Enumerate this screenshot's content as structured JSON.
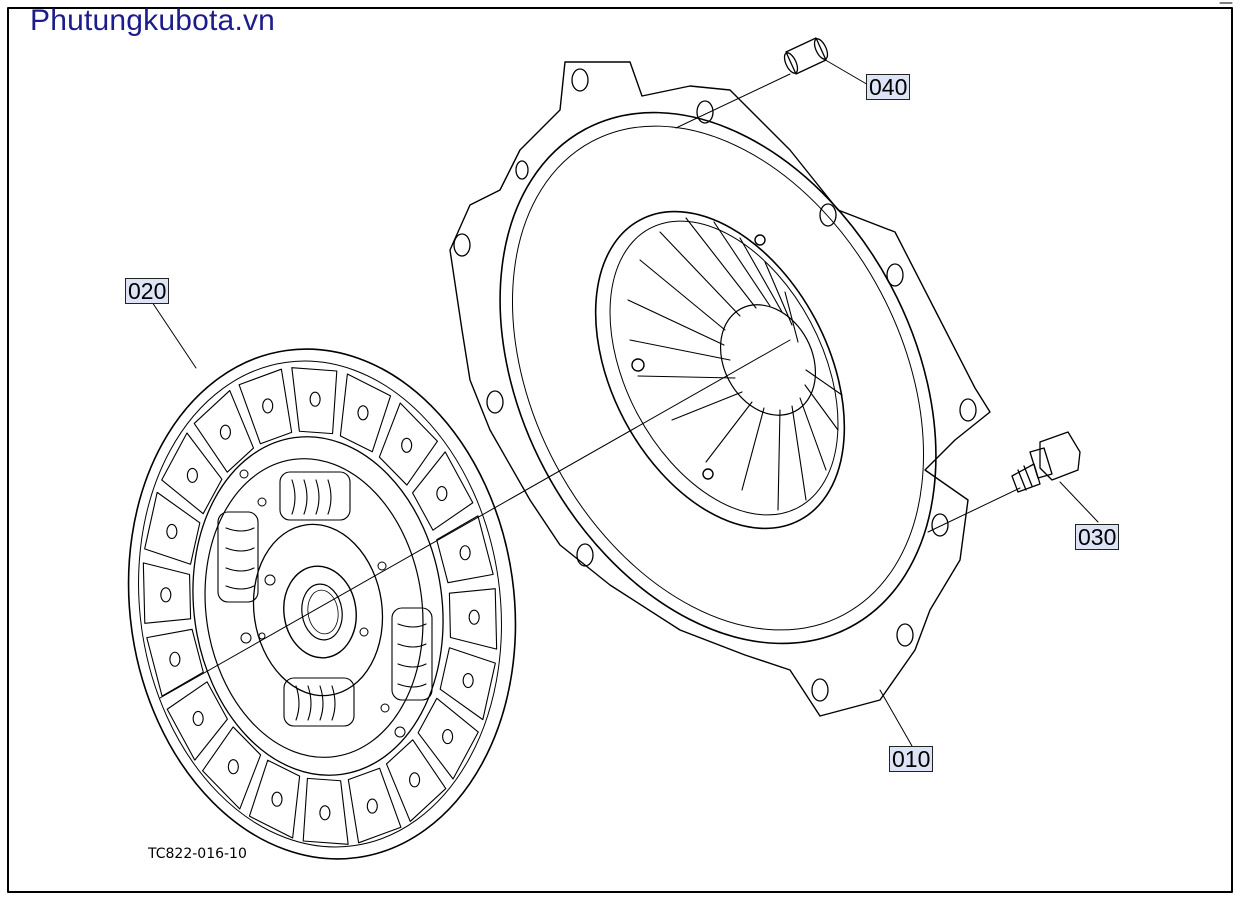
{
  "watermark": "Phutungkubota.vn",
  "drawing_code": "TC822-016-10",
  "callouts": {
    "c010": "010",
    "c020": "020",
    "c030": "030",
    "c040": "040"
  },
  "parts": [
    {
      "ref": "010",
      "part": "clutch-pressure-plate-cover"
    },
    {
      "ref": "020",
      "part": "clutch-disc"
    },
    {
      "ref": "030",
      "part": "bolt"
    },
    {
      "ref": "040",
      "part": "dowel-pin"
    }
  ]
}
